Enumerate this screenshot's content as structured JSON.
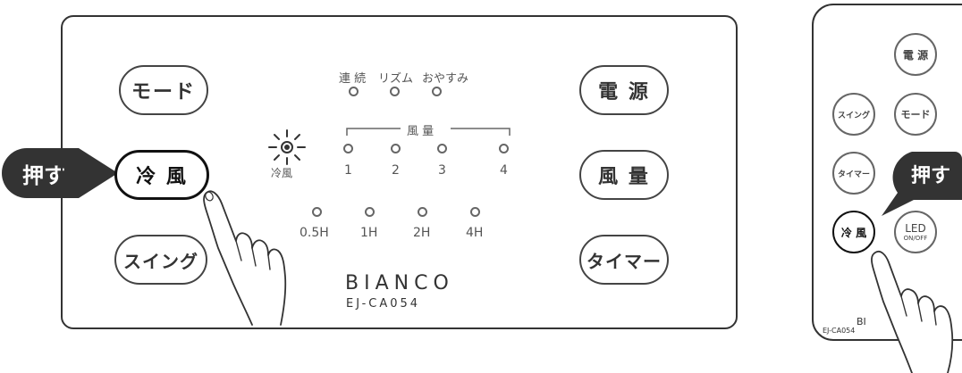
{
  "panel": {
    "buttons": {
      "mode": "モード",
      "cool_air": "冷 風",
      "swing": "スイング",
      "power": "電 源",
      "airflow": "風 量",
      "timer": "タイマー"
    },
    "mode_labels": [
      "連 続",
      "リズム",
      "おやすみ"
    ],
    "airflow_label": "風 量",
    "airflow_levels": [
      "1",
      "2",
      "3",
      "4"
    ],
    "cool_indicator_label": "冷風",
    "timer_levels": [
      "0.5H",
      "1H",
      "2H",
      "4H"
    ],
    "brand": "BIANCO",
    "model": "EJ-CA054"
  },
  "remote": {
    "buttons": {
      "power": "電 源",
      "swing": "スイング",
      "mode": "モード",
      "timer": "タイマー",
      "cool_air": "冷 風",
      "led": "LED",
      "led_sub": "ON/OFF"
    },
    "brand_partial": "BI",
    "model_partial": "EJ-CA054"
  },
  "callouts": {
    "press_left": "押す",
    "press_right": "押す"
  },
  "colors": {
    "callout_bg": "#333333",
    "outline": "#333333"
  }
}
